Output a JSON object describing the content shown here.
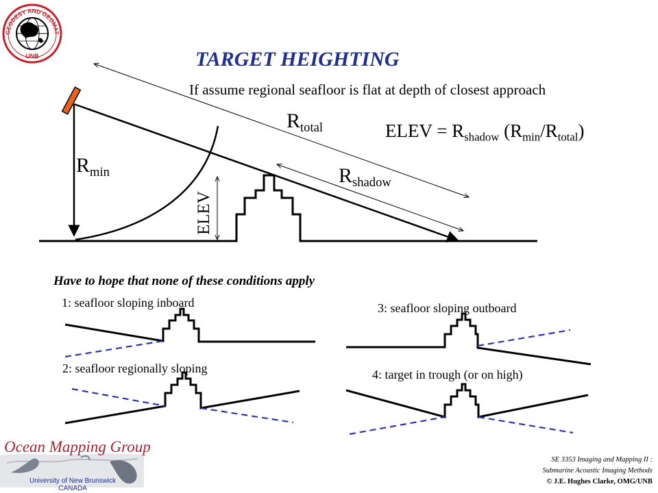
{
  "title": "TARGET HEIGHTING",
  "assumption": "If assume regional seafloor is flat at depth of closest approach",
  "labels": {
    "r": "R",
    "total": "total",
    "min": "min",
    "shadow": "shadow",
    "elev": "ELEV"
  },
  "equation": {
    "lhs": "ELEV = R",
    "sub1": "shadow",
    "mid1": " (R",
    "sub2": "min",
    "mid2": "/R",
    "sub3": "total",
    "end": ")"
  },
  "conditions": {
    "heading": "Have to hope that none of these conditions apply",
    "c1": "1: seafloor sloping inboard",
    "c2": "2: seafloor regionally sloping",
    "c3": "3: seafloor sloping outboard",
    "c4": "4: target in trough (or on high)"
  },
  "logo": {
    "ring_text": "GEODESY AND GEOMATICS ENGINEERING",
    "bottom_text": "UNB"
  },
  "footer": {
    "group": "Ocean Mapping Group",
    "university_line1": "University of New Brunswick",
    "university_line2": "CANADA",
    "course_line1": "SE 3353 Imaging and Mapping II :",
    "course_line2": "Submarine Acoustic Imaging Methods",
    "copyright": "© J.E. Hughes Clarke, OMG/UNB"
  },
  "colors": {
    "title_blue": "#1f2f8f",
    "transducer_orange": "#e8641e",
    "dashed_blue": "#2b33b5",
    "omg_red": "#a8232e",
    "logo_red": "#c8202a"
  }
}
